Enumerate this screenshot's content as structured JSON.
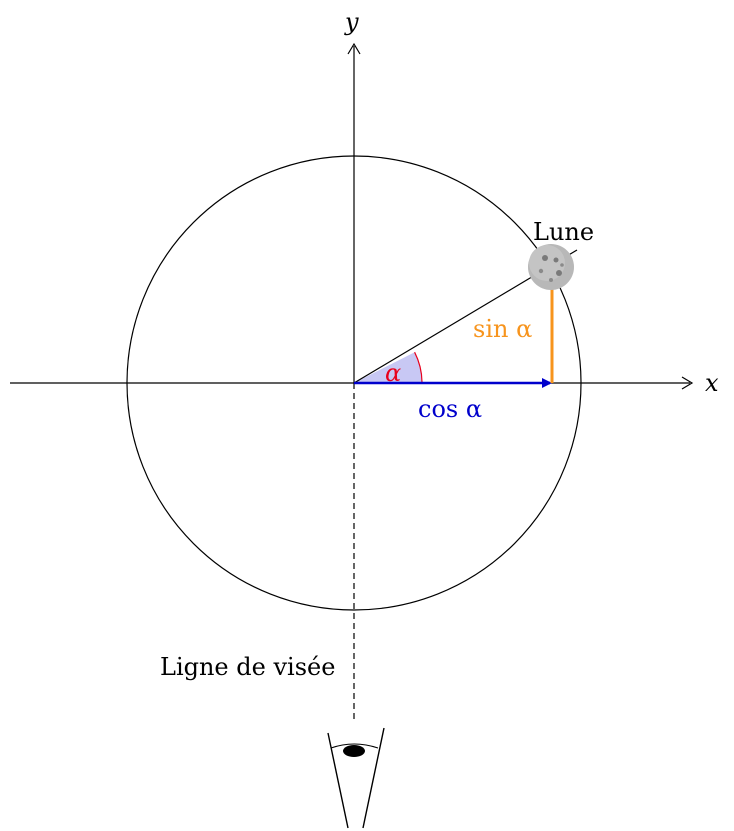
{
  "labels": {
    "x_axis": "x",
    "y_axis": "y",
    "moon": "Lune",
    "angle": "α",
    "sin": "sin α",
    "cos": "cos α",
    "line_of_sight": "Ligne de visée"
  },
  "colors": {
    "angle": "#e8001c",
    "angle_fill": "#c8c8f4",
    "sin": "#f7941d",
    "cos": "#0000cc",
    "moon": "#b4b4b4",
    "ink": "#000000"
  },
  "icons": {
    "moon": "moon-icon",
    "eye": "eye-icon"
  }
}
